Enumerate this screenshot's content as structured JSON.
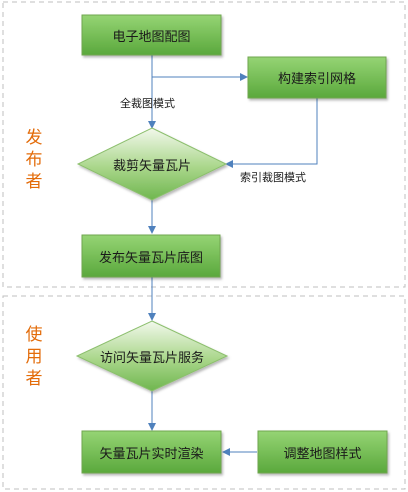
{
  "lanes": {
    "publisher": "发布者",
    "user": "使用者"
  },
  "nodes": {
    "edit_map": "电子地图配图",
    "build_index_grid": "构建索引网格",
    "cut_tiles": "裁剪矢量瓦片",
    "publish_basemap": "发布矢量瓦片底图",
    "access_service": "访问矢量瓦片服务",
    "adjust_style": "调整地图样式",
    "realtime_render": "矢量瓦片实时渲染"
  },
  "edges": {
    "full_cut_mode": "全裁图模式",
    "index_cut_mode": "索引裁图模式"
  },
  "colors": {
    "node_top": "#8fce6e",
    "node_bottom": "#5aa83c",
    "node_border": "#6fa64f",
    "arrow": "#4f81bd",
    "lane_label": "#e36c0a",
    "lane_border": "#bfbfbf"
  }
}
